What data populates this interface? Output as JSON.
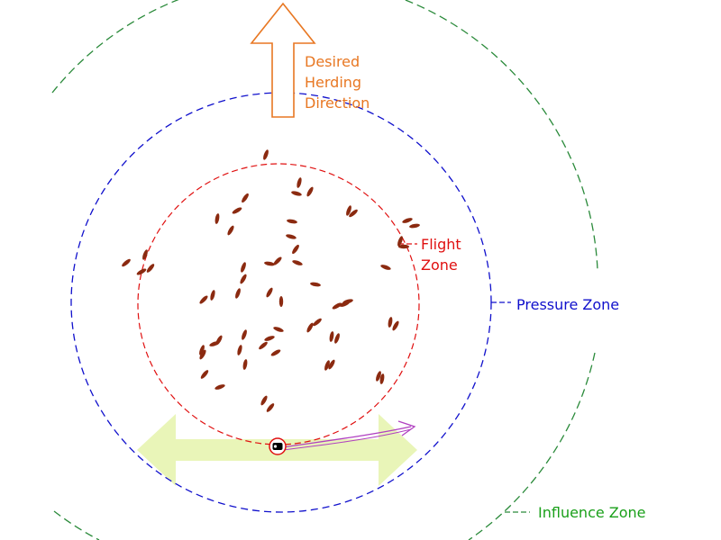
{
  "labels": {
    "herding_direction": [
      "Desired",
      "Herding",
      "Direction"
    ],
    "flight_zone": [
      "Flight",
      "Zone"
    ],
    "pressure_zone": "Pressure Zone",
    "influence_zone": "Influence Zone"
  },
  "colors": {
    "herding": "#e87722",
    "flight": "#e01010",
    "pressure": "#1010cc",
    "influence": "#2a8a3a",
    "influence_text": "#1aa01a",
    "animal": "#8b2a10",
    "handler_path": "#b040c0",
    "lateral_arrow": "#e9f5b8"
  },
  "icons": {
    "handler": "handler-icon",
    "animal": "cattle-icon",
    "up_arrow": "up-arrow-icon",
    "lateral_arrow": "double-arrow-icon"
  }
}
